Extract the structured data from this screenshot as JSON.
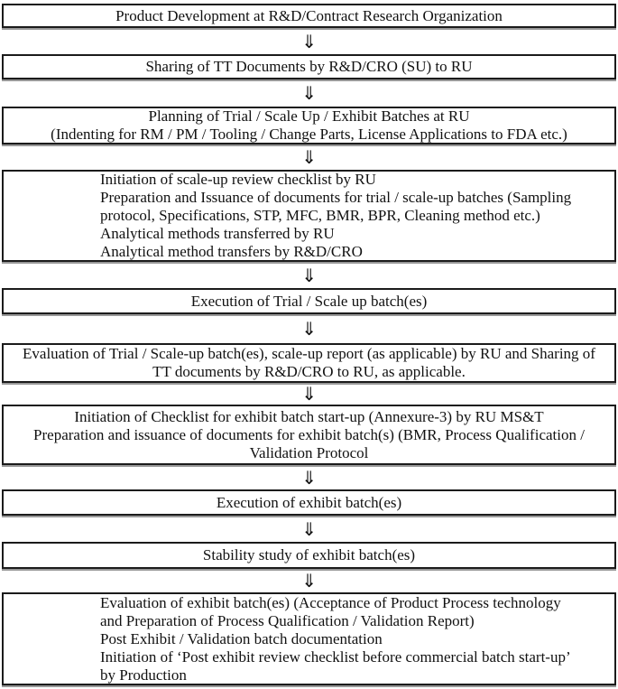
{
  "figure": {
    "type": "flowchart",
    "arrow_glyph": "⇓",
    "colors": {
      "box_border": "#1b1b1b",
      "box_background": "#ffffff",
      "box_shadow": "#989898",
      "text": "#111111"
    },
    "boxes": [
      {
        "id": 1,
        "align": "center",
        "text": "Product Development at R&D/Contract Research Organization"
      },
      {
        "id": 2,
        "align": "center",
        "text": "Sharing of TT Documents by R&D/CRO (SU) to RU"
      },
      {
        "id": 3,
        "align": "center",
        "text": "Planning of Trial / Scale Up / Exhibit Batches at RU\n(Indenting for RM / PM / Tooling / Change Parts, License Applications to FDA etc.)"
      },
      {
        "id": 4,
        "align": "left",
        "text": "Initiation of scale-up review checklist by RU\nPreparation and Issuance of documents for trial / scale-up batches (Sampling\nprotocol, Specifications, STP, MFC, BMR, BPR, Cleaning method etc.)\nAnalytical methods transferred by RU\nAnalytical method transfers by R&D/CRO"
      },
      {
        "id": 5,
        "align": "center",
        "text": "Execution of Trial / Scale up batch(es)"
      },
      {
        "id": 6,
        "align": "center",
        "text": "Evaluation of Trial / Scale-up batch(es), scale-up report (as applicable) by RU and Sharing of\nTT documents by R&D/CRO to RU, as applicable."
      },
      {
        "id": 7,
        "align": "center",
        "text": "Initiation of Checklist for exhibit batch start-up (Annexure-3) by RU MS&T\nPreparation and issuance of documents for exhibit batch(s) (BMR, Process Qualification /\nValidation Protocol"
      },
      {
        "id": 8,
        "align": "center",
        "text": "Execution of exhibit batch(es)"
      },
      {
        "id": 9,
        "align": "center",
        "text": "Stability study of exhibit batch(es)"
      },
      {
        "id": 10,
        "align": "left",
        "text": "Evaluation of exhibit batch(es) (Acceptance of Product Process technology\nand Preparation of Process Qualification / Validation Report)\nPost Exhibit / Validation batch documentation\nInitiation of ‘Post exhibit review checklist before commercial batch start-up’\nby Production"
      }
    ]
  }
}
